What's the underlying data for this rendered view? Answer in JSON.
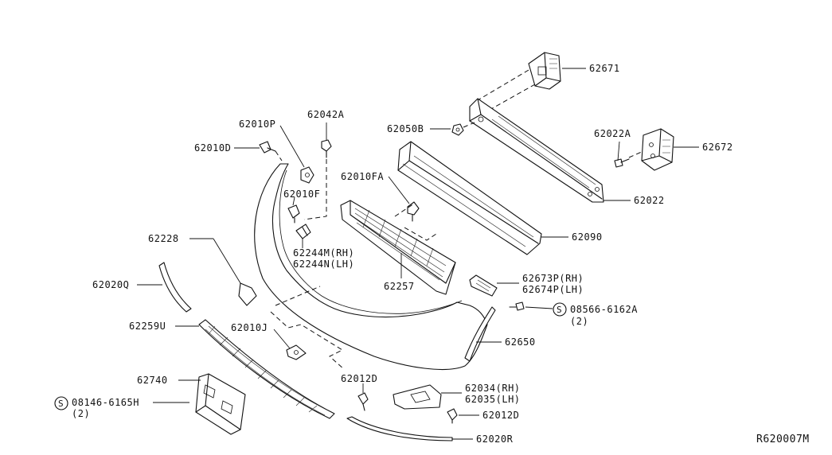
{
  "diagram_id": "R620007M",
  "labels": {
    "p62671": "62671",
    "p62672": "62672",
    "p62022": "62022",
    "p62022A": "62022A",
    "p62050B": "62050B",
    "p62090": "62090",
    "p62042A": "62042A",
    "p62010P": "62010P",
    "p62010D": "62010D",
    "p62010F": "62010F",
    "p62010FA": "62010FA",
    "p62244M": "62244M(RH)",
    "p62244N": "62244N(LH)",
    "p62257": "62257",
    "p62228": "62228",
    "p62020Q": "62020Q",
    "p62673P": "62673P(RH)",
    "p62674P": "62674P(LH)",
    "s08566": "08566-6162A",
    "s08566_qty": "(2)",
    "p62259U": "62259U",
    "p62010J": "62010J",
    "p62650": "62650",
    "p62740": "62740",
    "p62012D_a": "62012D",
    "p62034": "62034(RH)",
    "p62035": "62035(LH)",
    "p62012D_b": "62012D",
    "s08146": "08146-6165H",
    "s08146_qty": "(2)",
    "p62020R": "62020R"
  },
  "symbols": {
    "screw_callout": "S"
  }
}
